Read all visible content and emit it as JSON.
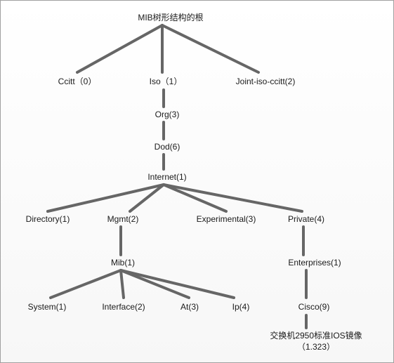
{
  "nodes": {
    "root": "MIB树形结构的根",
    "ccitt": "Ccitt（0）",
    "iso": "Iso（1）",
    "joint": "Joint-iso-ccitt(2)",
    "org": "Org(3)",
    "dod": "Dod(6)",
    "internet": "Internet(1)",
    "directory": "Directory(1)",
    "mgmt": "Mgmt(2)",
    "experimental": "Experimental(3)",
    "private": "Private(4)",
    "mib": "Mib(1)",
    "enterprises": "Enterprises(1)",
    "system": "System(1)",
    "interface": "Interface(2)",
    "at": "At(3)",
    "ip": "Ip(4)",
    "cisco": "Cisco(9)",
    "switch": "交换机2950标准IOS镜像",
    "switch_oid": "（1.323）"
  },
  "edges": [
    [
      "root",
      "ccitt"
    ],
    [
      "root",
      "iso"
    ],
    [
      "root",
      "joint"
    ],
    [
      "iso",
      "org"
    ],
    [
      "org",
      "dod"
    ],
    [
      "dod",
      "internet"
    ],
    [
      "internet",
      "directory"
    ],
    [
      "internet",
      "mgmt"
    ],
    [
      "internet",
      "experimental"
    ],
    [
      "internet",
      "private"
    ],
    [
      "mgmt",
      "mib"
    ],
    [
      "private",
      "enterprises"
    ],
    [
      "mib",
      "system"
    ],
    [
      "mib",
      "interface"
    ],
    [
      "mib",
      "at"
    ],
    [
      "mib",
      "ip"
    ],
    [
      "enterprises",
      "cisco"
    ],
    [
      "cisco",
      "switch"
    ]
  ],
  "colors": {
    "edge": "#666666",
    "text": "#1a1a1a",
    "border": "#a0a0a0"
  }
}
